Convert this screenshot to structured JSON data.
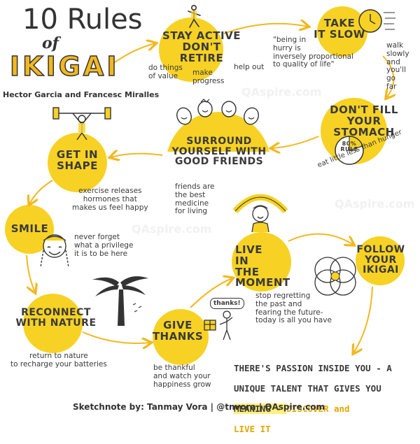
{
  "header": {
    "title_line1": "10 Rules",
    "title_of": "of",
    "title_main": "IKIGAI",
    "authors": "Hector Garcia and Francesc Miralles"
  },
  "rules": {
    "stay_active": {
      "title": "STAY ACTIVE\nDON'T RETIRE",
      "note_values": "do things\nof value",
      "note_progress": "make\nprogress",
      "note_help": "help out"
    },
    "take_it_slow": {
      "title": "TAKE\nIT SLOW",
      "quote": "\"being in\nhurry is\ninversely proportional\nto quality of life\"",
      "note": "walk\nslowly\nand\nyou'll\ngo\nfar"
    },
    "dont_fill": {
      "title": "DON'T FILL\nYOUR STOMACH",
      "badge": "80%\nRULE",
      "note": "eat little less than hunger"
    },
    "friends": {
      "title": "SURROUND\nYOURSELF WITH\nGOOD FRIENDS",
      "note": "friends are\nthe best\nmedicine\nfor living"
    },
    "shape": {
      "title": "GET IN\nSHAPE",
      "note": "exercise releases\nhormones that\nmakes us feel happy"
    },
    "smile": {
      "title": "SMILE",
      "note": "never forget\nwhat a privilege\nit is to be here"
    },
    "nature": {
      "title": "RECONNECT\nWITH NATURE",
      "note": "return to nature\nto recharge your batteries"
    },
    "thanks": {
      "title": "GIVE\nTHANKS",
      "bubble": "thanks!",
      "note": "be thankful\nand watch your\nhappiness grow"
    },
    "moment": {
      "title": "LIVE IN\nTHE\nMOMENT",
      "note": "stop regretting\nthe past and\nfearing the future-\ntoday is all you have"
    },
    "ikigai": {
      "title": "FOLLOW\nYOUR\nIKIGAI"
    }
  },
  "closing": {
    "line1": "THERE'S PASSION INSIDE YOU - A",
    "line2": "UNIQUE TALENT THAT GIVES YOU",
    "line3a": "MEANING - ",
    "line3b": "DISCOVER and",
    "line4": "LIVE IT"
  },
  "footer": "Sketchnote by:  Tanmay Vora | @tnvora | QAspire.com",
  "watermark": "QAspire.com",
  "colors": {
    "accent": "#f7d224",
    "accent_dark": "#e0a800",
    "ink": "#3a3a3a",
    "arrow": "#f2b81f",
    "highlight": "#fff07a"
  },
  "icons": [
    "runner-icon",
    "clock-icon",
    "pie-chart-icon",
    "friends-icon",
    "weightlifter-icon",
    "smiling-girl-icon",
    "palm-tree-icon",
    "gift-icon",
    "rainbow-icon",
    "venn-diagram-icon",
    "sun-icon"
  ]
}
